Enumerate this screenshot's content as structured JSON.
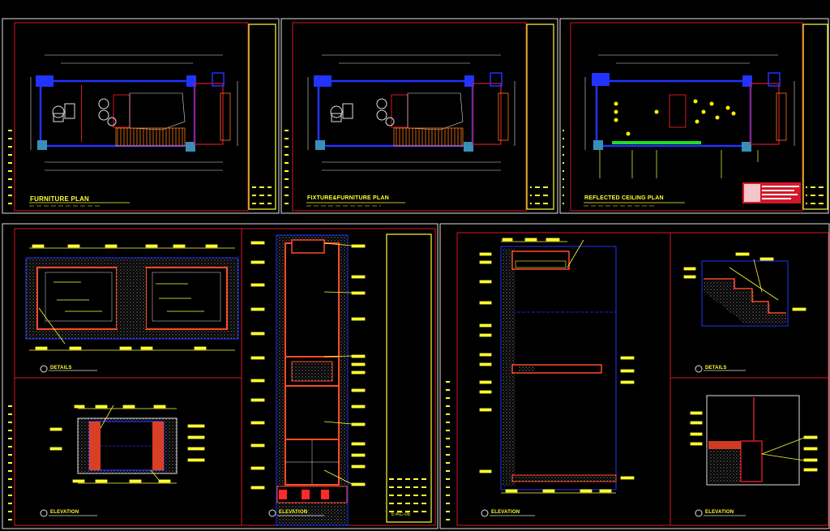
{
  "sheet_titles": {
    "furniture_plan": "FURNITURE PLAN",
    "fixture_furniture_plan": "FIXTURE&FURNITURE PLAN",
    "reflected_ceiling_plan": "REFLECTED CEILING PLAN",
    "details_left": "DETAILS",
    "elevation_left_bottom": "ELEVATION",
    "elevation_left_center": "ELEVATION",
    "elevation_right_center": "ELEVATION",
    "details_right": "DETAILS",
    "elevation_right_bottom": "ELEVATION"
  },
  "title_block_code": "E-KC-05",
  "colors": {
    "background": "#000000",
    "frame": "#e8e8e8",
    "border": "#d4182a",
    "wall": "#2233ff",
    "annotation": "#ffff33",
    "section": "#ff6a00",
    "light_fixture": "#ffee00",
    "led_strip": "#22dd22"
  }
}
